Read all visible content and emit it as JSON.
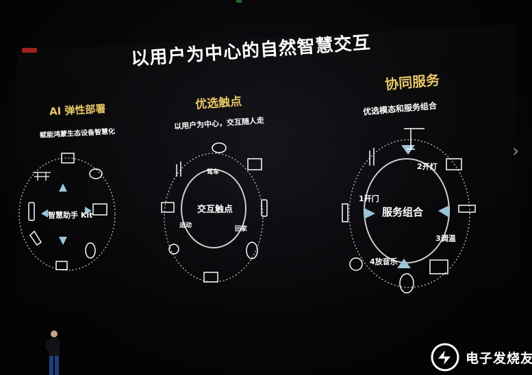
{
  "slide": {
    "title": "以用户为中心的自然智慧交互",
    "left": {
      "heading": "AI 弹性部署",
      "subheading": "赋能鸿蒙生态设备智慧化",
      "center_label": "智慧助手 Kit"
    },
    "middle": {
      "heading": "优选触点",
      "subheading": "以用户为中心，交互随人走",
      "center_label": "交互触点",
      "labels": [
        "驾车",
        "回家",
        "运动"
      ]
    },
    "right": {
      "heading": "协同服务",
      "subheading": "优选模态和服务组合",
      "center_label": "服务组合",
      "steps": [
        "1开门",
        "2开灯",
        "3调温",
        "4放音乐"
      ]
    }
  },
  "controls": {
    "next_icon": "chevron-right-icon"
  },
  "watermark": {
    "text": "电子发烧友"
  },
  "colors": {
    "heading_accent": "#e8c766",
    "background": "#050507",
    "ring": "#bdbdbd"
  }
}
